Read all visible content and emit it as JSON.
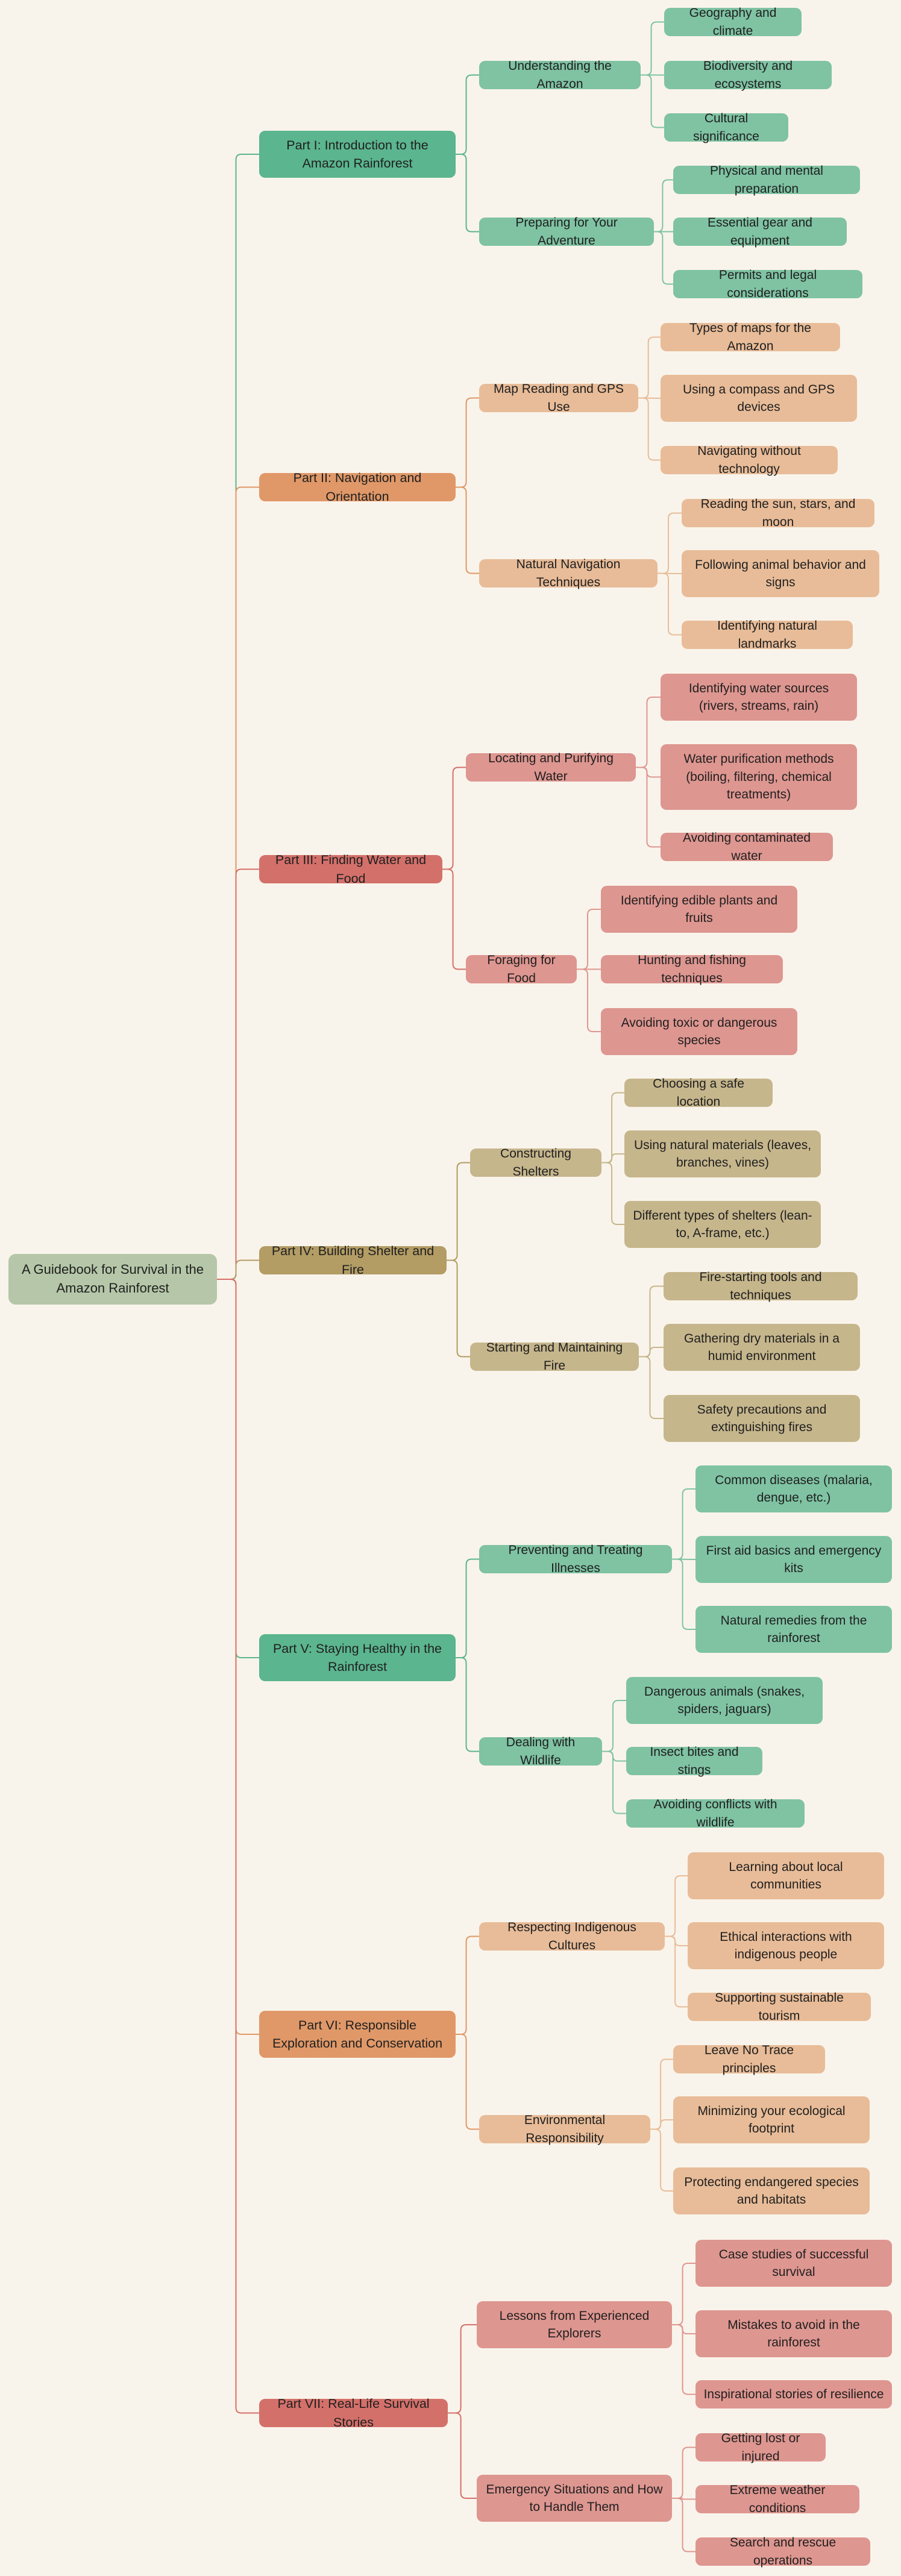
{
  "root": "A Guidebook for Survival in the Amazon Rainforest",
  "colors": {
    "background": "#f9f4eb",
    "root": "#b5c7a8",
    "green_part": "#5bb58e",
    "green_child": "#7fc3a3",
    "orange_part": "#e09868",
    "orange_child": "#e8bc98",
    "red_part": "#d4706a",
    "red_child": "#de9690",
    "gold_part": "#b39d65",
    "gold_child": "#c6b68c"
  },
  "parts": [
    {
      "label": "Part I: Introduction to the Amazon Rainforest",
      "theme": "green",
      "sections": [
        {
          "label": "Understanding the Amazon",
          "items": [
            "Geography and climate",
            "Biodiversity and ecosystems",
            "Cultural significance"
          ]
        },
        {
          "label": "Preparing for Your Adventure",
          "items": [
            "Physical and mental preparation",
            "Essential gear and equipment",
            "Permits and legal considerations"
          ]
        }
      ]
    },
    {
      "label": "Part II: Navigation and Orientation",
      "theme": "orange",
      "sections": [
        {
          "label": "Map Reading and GPS Use",
          "items": [
            "Types of maps for the Amazon",
            "Using a compass and GPS devices",
            "Navigating without technology"
          ]
        },
        {
          "label": "Natural Navigation Techniques",
          "items": [
            "Reading the sun, stars, and moon",
            "Following animal behavior and signs",
            "Identifying natural landmarks"
          ]
        }
      ]
    },
    {
      "label": "Part III: Finding Water and Food",
      "theme": "red",
      "sections": [
        {
          "label": "Locating and Purifying Water",
          "items": [
            "Identifying water sources (rivers, streams, rain)",
            "Water purification methods (boiling, filtering, chemical treatments)",
            "Avoiding contaminated water"
          ]
        },
        {
          "label": "Foraging for Food",
          "items": [
            "Identifying edible plants and fruits",
            "Hunting and fishing techniques",
            "Avoiding toxic or dangerous species"
          ]
        }
      ]
    },
    {
      "label": "Part IV: Building Shelter and Fire",
      "theme": "gold",
      "sections": [
        {
          "label": "Constructing Shelters",
          "items": [
            "Choosing a safe location",
            "Using natural materials (leaves, branches, vines)",
            "Different types of shelters (lean-to, A-frame, etc.)"
          ]
        },
        {
          "label": "Starting and Maintaining Fire",
          "items": [
            "Fire-starting tools and techniques",
            "Gathering dry materials in a humid environment",
            "Safety precautions and extinguishing fires"
          ]
        }
      ]
    },
    {
      "label": "Part V: Staying Healthy in the Rainforest",
      "theme": "green",
      "sections": [
        {
          "label": "Preventing and Treating Illnesses",
          "items": [
            "Common diseases (malaria, dengue, etc.)",
            "First aid basics and emergency kits",
            "Natural remedies from the rainforest"
          ]
        },
        {
          "label": "Dealing with Wildlife",
          "items": [
            "Dangerous animals (snakes, spiders, jaguars)",
            "Insect bites and stings",
            "Avoiding conflicts with wildlife"
          ]
        }
      ]
    },
    {
      "label": "Part VI: Responsible Exploration and Conservation",
      "theme": "orange",
      "sections": [
        {
          "label": "Respecting Indigenous Cultures",
          "items": [
            "Learning about local communities",
            "Ethical interactions with indigenous people",
            "Supporting sustainable tourism"
          ]
        },
        {
          "label": "Environmental Responsibility",
          "items": [
            "Leave No Trace principles",
            "Minimizing your ecological footprint",
            "Protecting endangered species and habitats"
          ]
        }
      ]
    },
    {
      "label": "Part VII: Real-Life Survival Stories",
      "theme": "red",
      "sections": [
        {
          "label": "Lessons from Experienced Explorers",
          "items": [
            "Case studies of successful survival",
            "Mistakes to avoid in the rainforest",
            "Inspirational stories of resilience"
          ]
        },
        {
          "label": "Emergency Situations and How to Handle Them",
          "items": [
            "Getting lost or injured",
            "Extreme weather conditions",
            "Search and rescue operations"
          ]
        }
      ]
    }
  ]
}
